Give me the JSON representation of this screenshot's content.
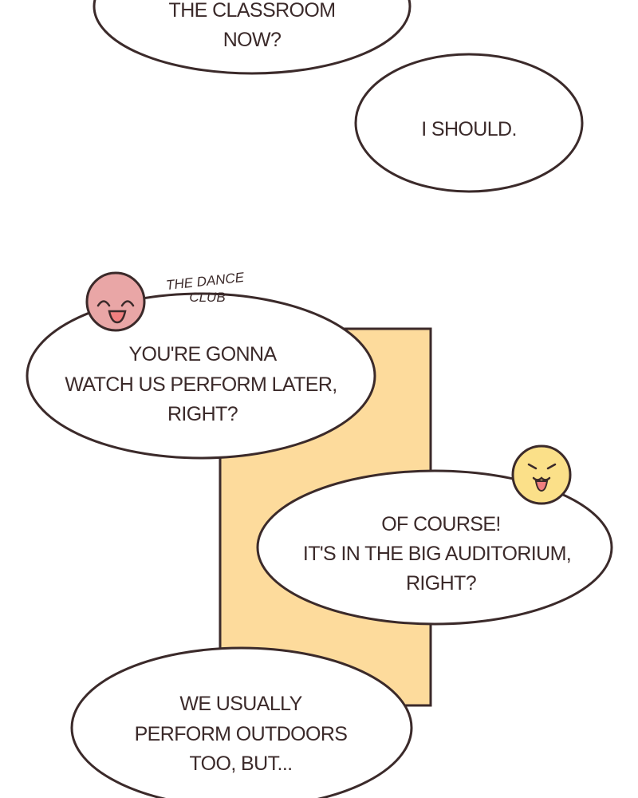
{
  "colors": {
    "background": "#ffffff",
    "ink": "#3b2a2a",
    "panel": "#fddb9c",
    "pink_face": "#e9a6a6",
    "yellow_face": "#fbe089",
    "tongue": "#f07f7f"
  },
  "bubbles": [
    {
      "lines": [
        "THE CLASSROOM",
        "NOW?"
      ]
    },
    {
      "lines": [
        "I SHOULD."
      ]
    },
    {
      "lines": [
        "YOU'RE GONNA",
        "WATCH US PERFORM LATER,",
        "RIGHT?"
      ]
    },
    {
      "lines": [
        "OF COURSE!",
        "IT'S IN THE BIG AUDITORIUM,",
        "RIGHT?"
      ]
    },
    {
      "lines": [
        "WE USUALLY",
        "PERFORM OUTDOORS",
        "TOO, BUT..."
      ]
    }
  ],
  "speaker_label": {
    "line1": "THE DANCE",
    "line2": "CLUB"
  },
  "icons": {
    "speaker1": "smiling-pink-face-icon",
    "speaker2": "grinning-yellow-face-icon"
  }
}
